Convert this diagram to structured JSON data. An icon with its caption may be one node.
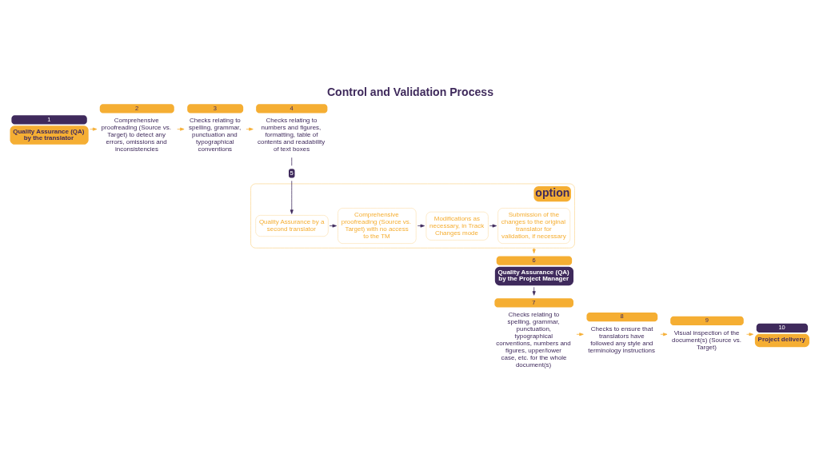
{
  "diagram": {
    "title": "Control and Validation Process",
    "nodes": [
      {
        "text": [
          "1",
          "Quality Assurance (QA) by the translator"
        ]
      },
      {
        "text": [
          "2",
          "Comprehensive proofreading (Source vs. Target) to detect any errors, omissions and inconsistencies"
        ]
      },
      {
        "text": [
          "3",
          "Checks relating to spelling, grammar, punctuation and typographical conventions"
        ]
      },
      {
        "text": [
          "4",
          "Checks relating to numbers and figures, formatting, table of contents and readability of text boxes"
        ]
      },
      {
        "text": [
          "5"
        ]
      },
      {
        "text": [
          "option"
        ]
      },
      {
        "text": [
          "Quality Assurance by a second translator"
        ],
        "in": 5
      },
      {
        "text": [
          "Comprehensive proofreading (Source vs. Target) with no access to the TM"
        ],
        "in": 5
      },
      {
        "text": [
          "Modifications as necessary, in Track Changes mode"
        ],
        "in": 5
      },
      {
        "text": [
          "Submission of the changes to the original translator for validation, if necessary"
        ],
        "in": 5
      },
      {
        "text": [
          "6",
          "Quality Assurance (QA) by the Project Manager"
        ]
      },
      {
        "text": [
          "7",
          "Checks relating to spelling, grammar, punctuation, typographical conventions, numbers and figures, upper/lower case, etc. for the whole document(s)"
        ]
      },
      {
        "text": [
          "8",
          "Checks to ensure that translators have followed any style and terminology instructions"
        ]
      },
      {
        "text": [
          "9",
          "Visual inspection of the document(s) (Source vs. Target)"
        ]
      },
      {
        "text": [
          "10",
          "Project delivery"
        ]
      }
    ],
    "edges": [
      {
        "from": 0,
        "to": 1,
        "arrow": "to"
      },
      {
        "from": 1,
        "to": 2,
        "arrow": "to"
      },
      {
        "from": 2,
        "to": 3,
        "arrow": "to"
      },
      {
        "from": 3,
        "to": 4,
        "arrow": "none",
        "color": "#3f2a5c"
      },
      {
        "from": 4,
        "to": 6,
        "arrow": "to",
        "color": "#3f2a5c"
      },
      {
        "from": 6,
        "to": 7,
        "arrow": "to",
        "color": "#3f2a5c"
      },
      {
        "from": 7,
        "to": 8,
        "arrow": "to",
        "color": "#3f2a5c"
      },
      {
        "from": 8,
        "to": 9,
        "arrow": "to",
        "color": "#3f2a5c"
      },
      {
        "from": 5,
        "to": 10,
        "arrow": "to"
      },
      {
        "from": 10,
        "to": 11,
        "arrow": "to",
        "color": "#3f2a5c"
      },
      {
        "from": 11,
        "to": 12,
        "arrow": "to"
      },
      {
        "from": 12,
        "to": 13,
        "arrow": "to"
      },
      {
        "from": 13,
        "to": 14,
        "arrow": "to"
      }
    ]
  }
}
